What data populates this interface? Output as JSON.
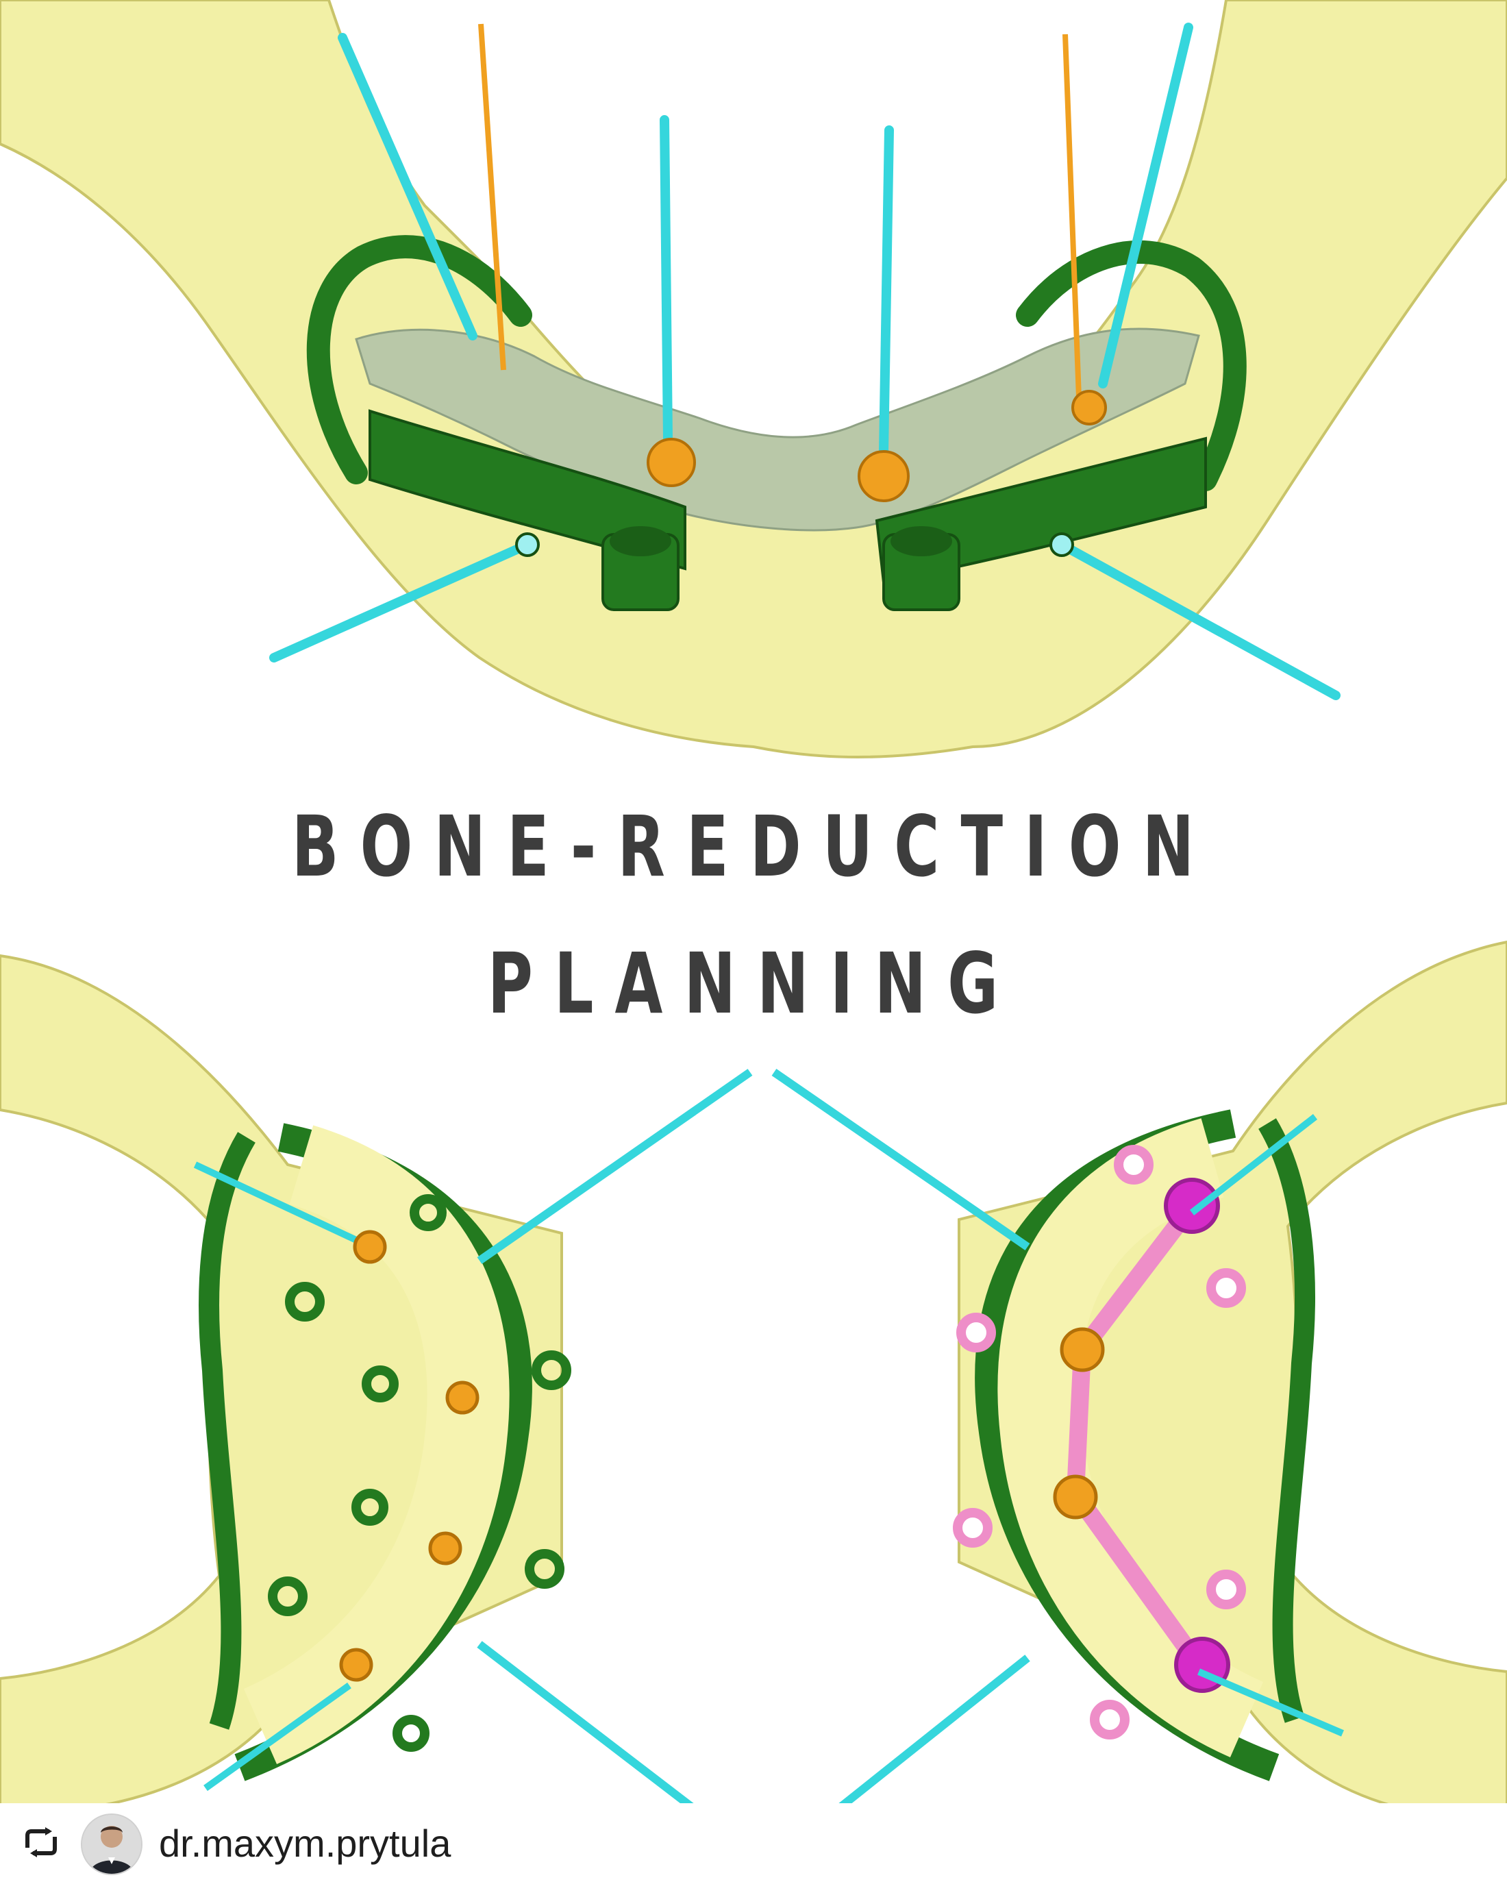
{
  "title": {
    "line1": "BONE-REDUCTION",
    "line2": "PLANNING"
  },
  "repost": {
    "icon": "repost-icon",
    "avatar": "avatar-photo",
    "username": "dr.maxym.prytula"
  },
  "colors": {
    "bone": "#f2f0a6",
    "bone_shadow": "#c9c46a",
    "guide_green": "#237a1f",
    "guide_dark": "#155012",
    "gingiva_mesh": "#b9c8a8",
    "pin_cyan": "#35d6dc",
    "drill_orange": "#f0a020",
    "stack_pink": "#ee8ec8",
    "stack_magenta": "#d62bc8",
    "title_text": "#3d3d3d"
  }
}
